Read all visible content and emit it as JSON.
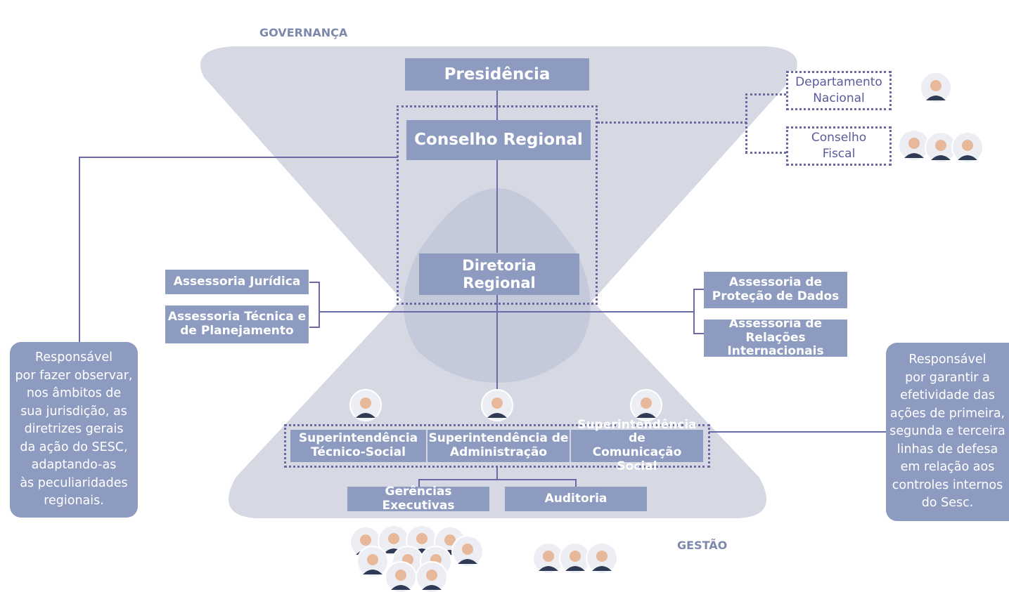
{
  "labels": {
    "governance": "GOVERNANÇA",
    "management": "GESTÃO"
  },
  "boxes": {
    "presidencia": "Presidência",
    "conselho_regional": "Conselho Regional",
    "diretoria_regional": "Diretoria\nRegional",
    "assessoria_juridica": "Assessoria Jurídica",
    "assessoria_tecnica": "Assessoria Técnica e\nde Planejamento",
    "assessoria_protecao": "Assessoria de\nProteção de Dados",
    "assessoria_relacoes": "Assessoria de Relações\nInternacionais",
    "sup_tecnico": "Superintendência\nTécnico-Social",
    "sup_administracao": "Superintendência de\nAdministração",
    "sup_comunicacao": "Superintendência de\nComunicação Social",
    "gerencias": "Gerências Executivas",
    "auditoria": "Auditoria",
    "departamento_nacional": "Departamento\nNacional",
    "conselho_fiscal": "Conselho\nFiscal"
  },
  "notes": {
    "left": "Responsável\npor fazer observar,\nnos âmbitos de\nsua jurisdição, as\ndiretrizes gerais\nda ação do SESC,\nadaptando-as\nàs  peculiaridades\nregionais.",
    "right": "Responsável\npor garantir a\nefetividade das\nações de primeira,\nsegunda e terceira\nlinhas de defesa\nem relação aos\ncontroles internos\ndo Sesc."
  },
  "colors": {
    "box": "#8e9bc0",
    "shape": "#d6d9e4",
    "inner_shape": "#c5cadb",
    "connector": "#6a6aa6",
    "dotted": "#6a6aa0",
    "label": "#7d88ad"
  }
}
